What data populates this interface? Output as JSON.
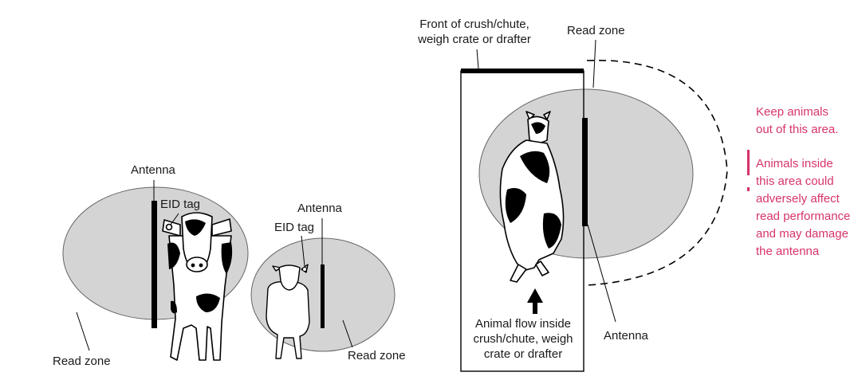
{
  "left_panel": {
    "cow": {
      "antenna_label": "Antenna",
      "tag_label": "EID tag",
      "zone_label": "Read zone"
    },
    "sheep": {
      "antenna_label": "Antenna",
      "tag_label": "EID tag",
      "zone_label": "Read zone"
    }
  },
  "right_panel": {
    "front_label_line1": "Front of crush/chute,",
    "front_label_line2": "weigh crate or drafter",
    "zone_label": "Read zone",
    "antenna_label": "Antenna",
    "flow_line1": "Animal flow inside",
    "flow_line2": "crush/chute, weigh",
    "flow_line3": "crate or drafter",
    "keep_out_line1": "Keep animals",
    "keep_out_line2": "out of this area.",
    "warning_lines": [
      "Animals inside",
      "this area could",
      "adversely affect",
      "read performance",
      "and may damage",
      "the antenna"
    ]
  },
  "colors": {
    "zone_fill": "#d4d4d4",
    "antenna": "#000000",
    "warning": "#d6336c"
  }
}
